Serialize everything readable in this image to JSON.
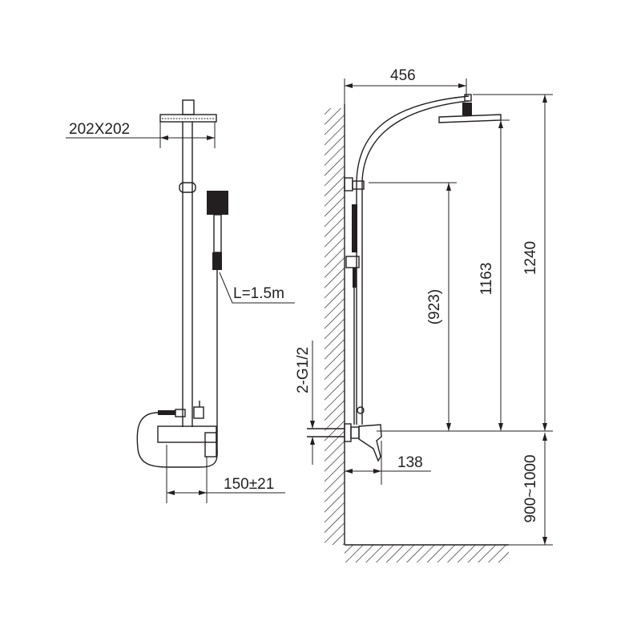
{
  "front_view": {
    "head_size_label": "202X202",
    "hose_length_label": "L=1.5m",
    "inlet_spacing_label": "150±21"
  },
  "side_view": {
    "arm_reach_label": "456",
    "slide_bar_height_label": "(923)",
    "head_height_label": "1163",
    "total_height_label": "1240",
    "inlet_thread_label": "2-G1/2",
    "mixer_depth_label": "138",
    "install_height_label": "900~1000"
  },
  "colors": {
    "line": "#231f20",
    "background": "#ffffff"
  }
}
